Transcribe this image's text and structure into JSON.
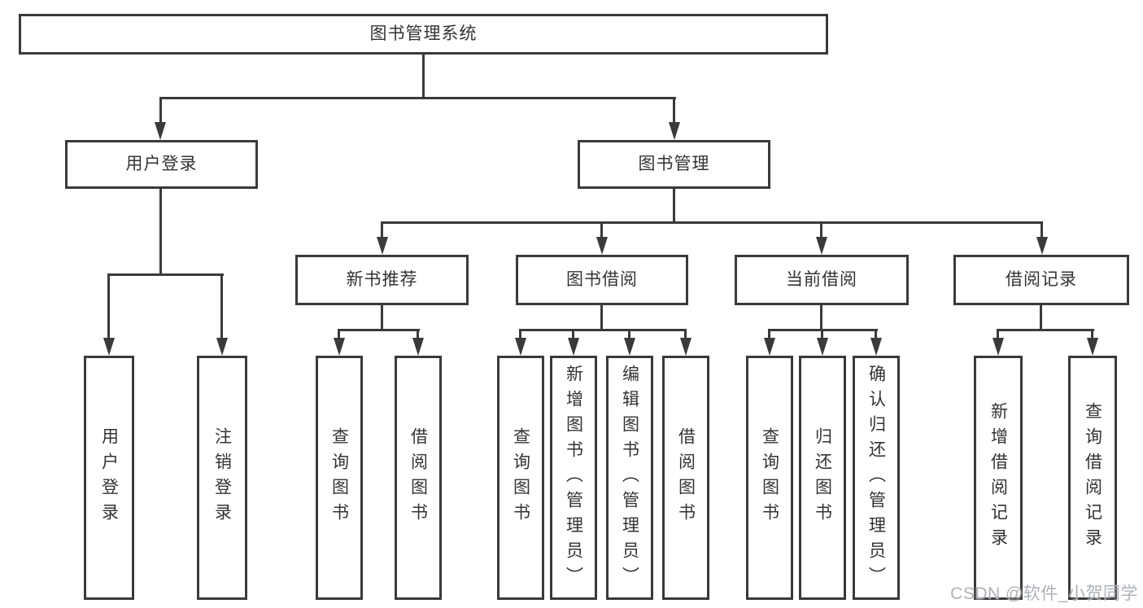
{
  "colors": {
    "line": "#3a3a3a",
    "text": "#333333",
    "background": "#ffffff",
    "watermark": "#a8adb3"
  },
  "watermark": {
    "text": "CSDN @软件_小贺同学"
  },
  "diagram": {
    "root": {
      "label": "图书管理系统",
      "children": [
        {
          "label": "用户登录",
          "children": [
            {
              "label": "用户登录"
            },
            {
              "label": "注销登录"
            }
          ]
        },
        {
          "label": "图书管理",
          "children": [
            {
              "label": "新书推荐",
              "children": [
                {
                  "label": "查询图书"
                },
                {
                  "label": "借阅图书"
                }
              ]
            },
            {
              "label": "图书借阅",
              "children": [
                {
                  "label": "查询图书"
                },
                {
                  "label": "新增图书（管理员）"
                },
                {
                  "label": "编辑图书（管理员）"
                },
                {
                  "label": "借阅图书"
                }
              ]
            },
            {
              "label": "当前借阅",
              "children": [
                {
                  "label": "查询图书"
                },
                {
                  "label": "归还图书"
                },
                {
                  "label": "确认归还（管理员）"
                }
              ]
            },
            {
              "label": "借阅记录",
              "children": [
                {
                  "label": "新增借阅记录"
                },
                {
                  "label": "查询借阅记录"
                }
              ]
            }
          ]
        }
      ]
    }
  }
}
